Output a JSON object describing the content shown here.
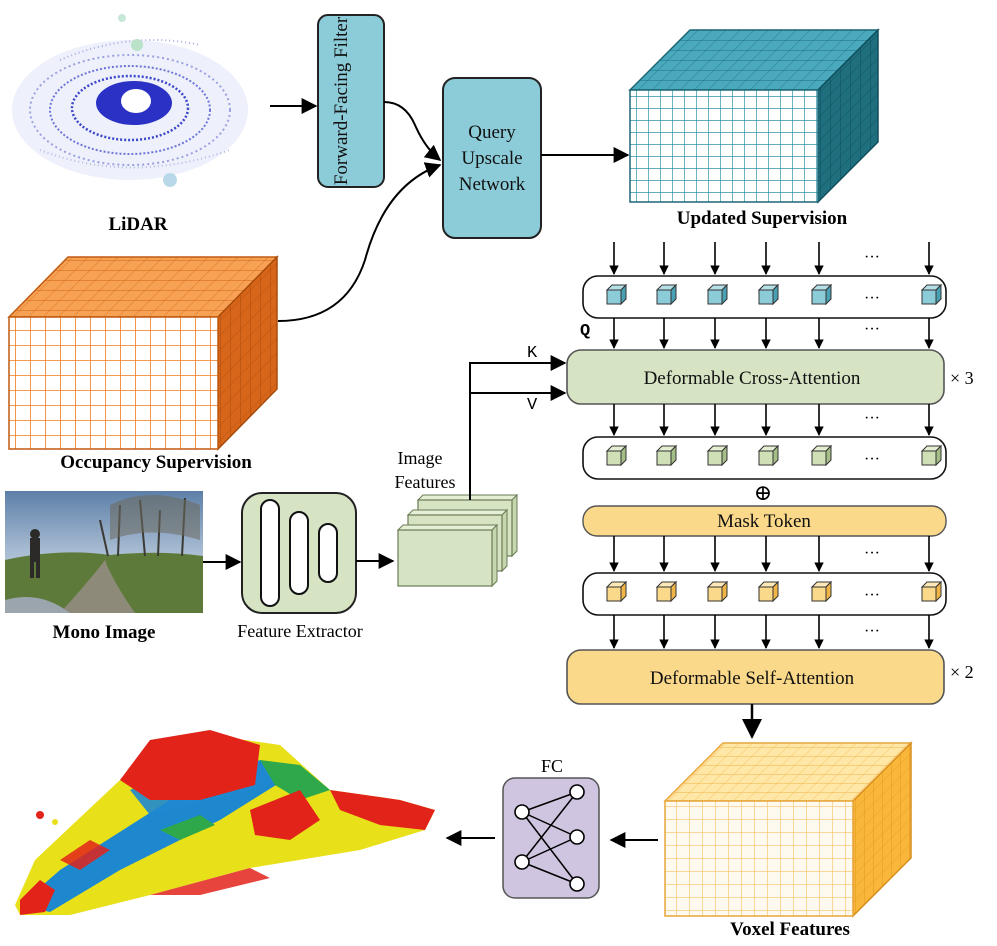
{
  "labels": {
    "lidar": "LiDAR",
    "forward_filter": "Forward-Facing Filter",
    "query_upscale_1": "Query",
    "query_upscale_2": "Upscale",
    "query_upscale_3": "Network",
    "updated_supervision": "Updated Supervision",
    "occupancy_supervision": "Occupancy Supervision",
    "mono_image": "Mono Image",
    "feature_extractor": "Feature Extractor",
    "image_features_1": "Image",
    "image_features_2": "Features",
    "q": "Q",
    "k": "K",
    "v": "V",
    "cross_attention": "Deformable Cross-Attention",
    "times3": "× 3",
    "mask_token": "Mask Token",
    "plus": "⊕",
    "self_attention": "Deformable Self-Attention",
    "times2": "× 2",
    "fc": "FC",
    "voxel_features": "Voxel Features",
    "dots": "···"
  },
  "colors": {
    "teal": "#2f93a8",
    "teal_light": "#8ccbd8",
    "orange": "#f58c2a",
    "orange_dark": "#c85f12",
    "green_box": "#d6e4c4",
    "yellow_box": "#fbd98a",
    "yellow_light": "#fff0c4",
    "purple_box": "#cfc5e0",
    "red_occ": "#e2231a",
    "yellow_occ": "#e8e019",
    "blue_occ": "#1e88cf",
    "green_occ": "#2ea84a"
  }
}
